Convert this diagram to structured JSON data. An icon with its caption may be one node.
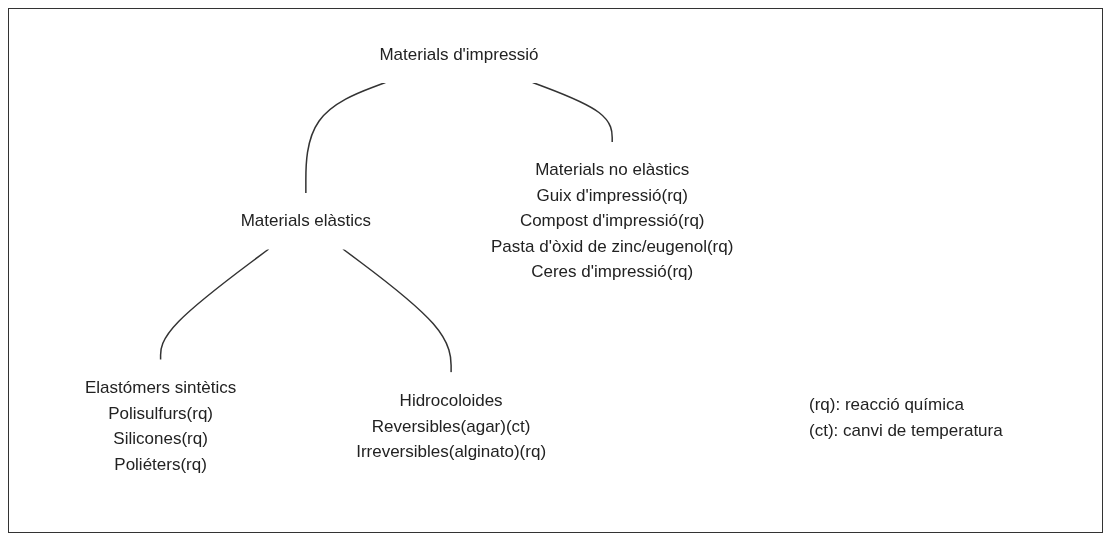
{
  "diagram": {
    "nodes": [
      {
        "text": [
          "Materials d'impressió"
        ]
      },
      {
        "text": [
          "Materials elàstics"
        ]
      },
      {
        "text": [
          "Materials no elàstics",
          "Guix d'impressió(rq)",
          "Compost d'impressió(rq)",
          "Pasta d'òxid de zinc/eugenol(rq)",
          "Ceres d'impressió(rq)"
        ]
      },
      {
        "text": [
          "Elastómers sintètics",
          "Polisulfurs(rq)",
          "Silicones(rq)",
          "Poliéters(rq)"
        ]
      },
      {
        "text": [
          "Hidrocoloides",
          "Reversibles(agar)(ct)",
          "Irreversibles(alginato)(rq)"
        ]
      }
    ],
    "edges": [
      {
        "from": 0,
        "to": 1,
        "arrow": "none"
      },
      {
        "from": 0,
        "to": 2,
        "arrow": "none"
      },
      {
        "from": 1,
        "to": 3,
        "arrow": "none"
      },
      {
        "from": 1,
        "to": 4,
        "arrow": "none"
      }
    ],
    "labels": [
      "(rq): reacció química",
      "(ct): canvi de temperatura"
    ]
  }
}
